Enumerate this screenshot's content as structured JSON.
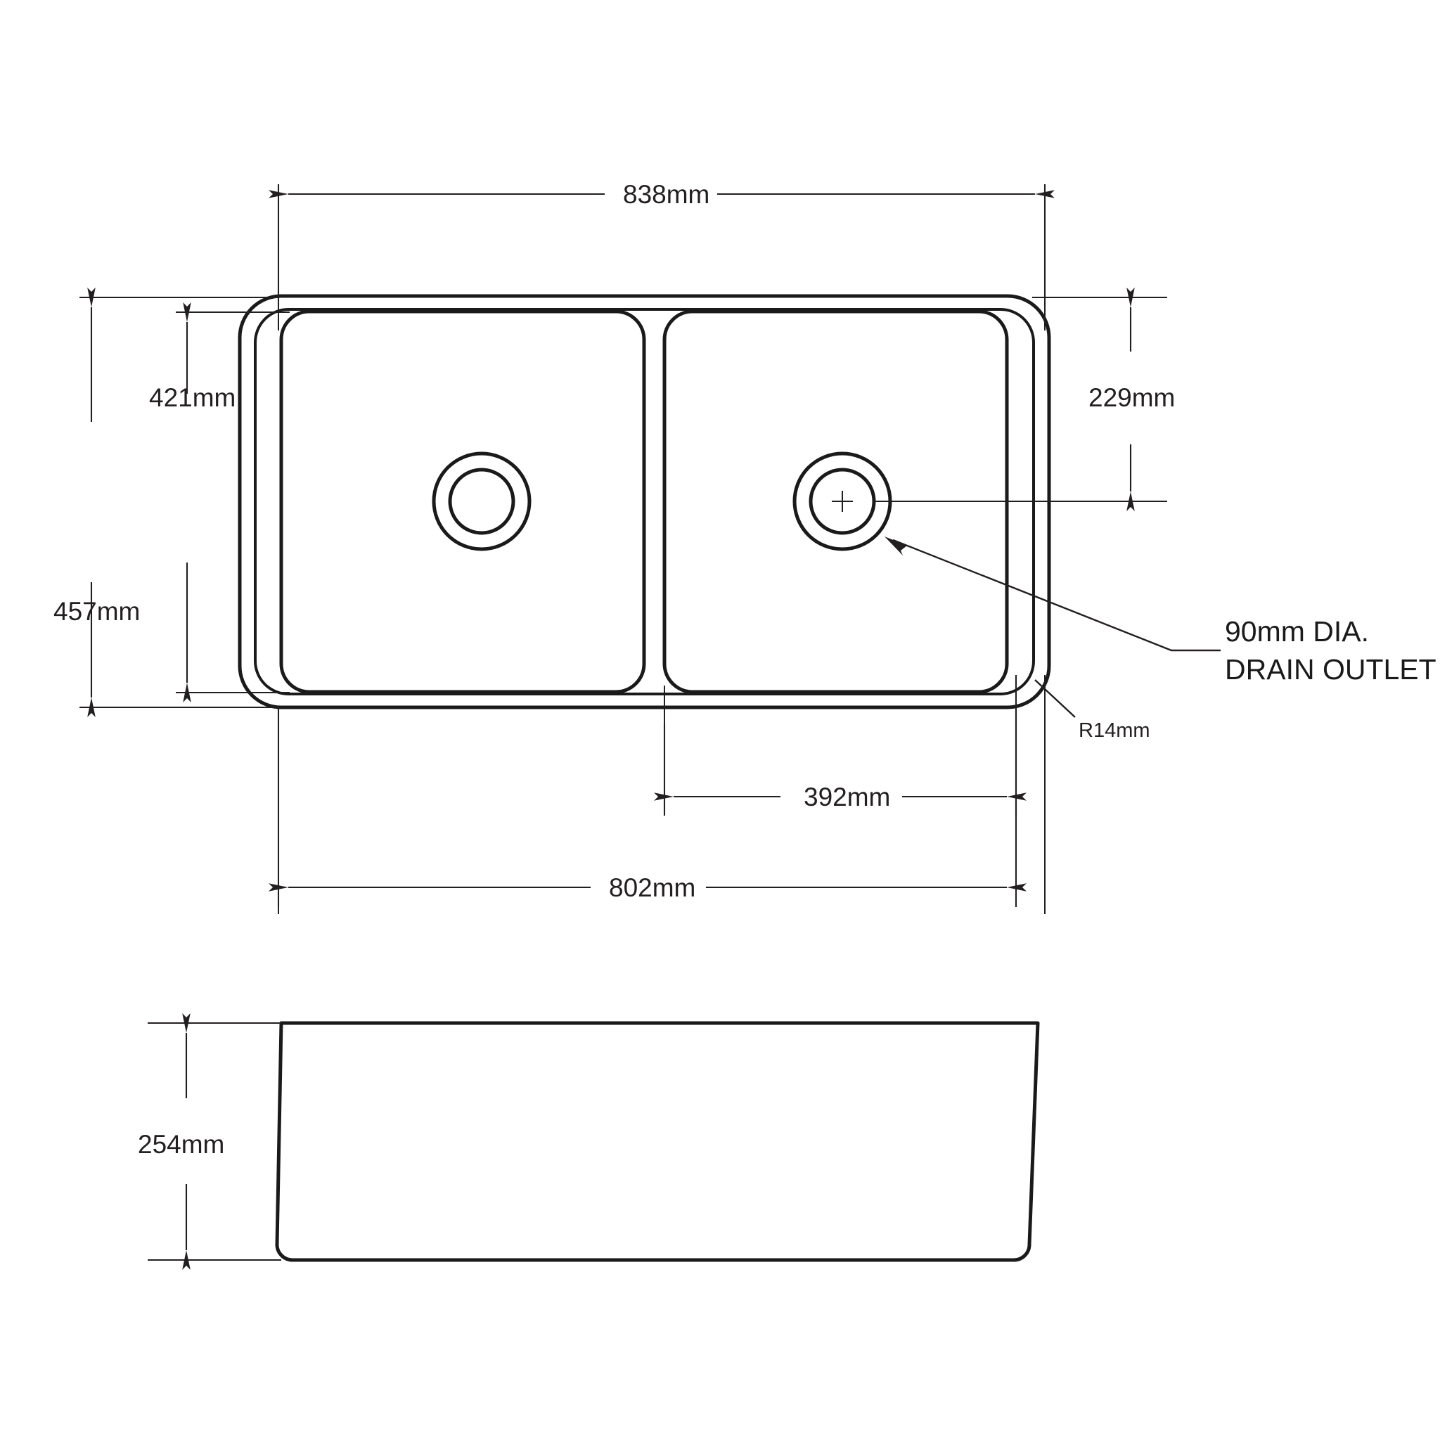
{
  "drawing": {
    "title": "Double Bowl Kitchen Sink Dimensional Drawing",
    "units": "mm",
    "line_color": "#1a1a1a",
    "dim_color": "#231f20",
    "background": "#ffffff"
  },
  "dimensions": {
    "overall_width": "838mm",
    "bowl_height": "421mm",
    "overall_height": "457mm",
    "drain_from_top": "229mm",
    "drain_from_right": "392mm",
    "inner_width": "802mm",
    "corner_radius": "R14mm",
    "section_depth": "254mm"
  },
  "notes": {
    "drain_line1": "90mm  DIA.",
    "drain_line2": "DRAIN OUTLET"
  },
  "views": {
    "plan_label": "plan-view",
    "section_label": "front-elevation-view"
  }
}
